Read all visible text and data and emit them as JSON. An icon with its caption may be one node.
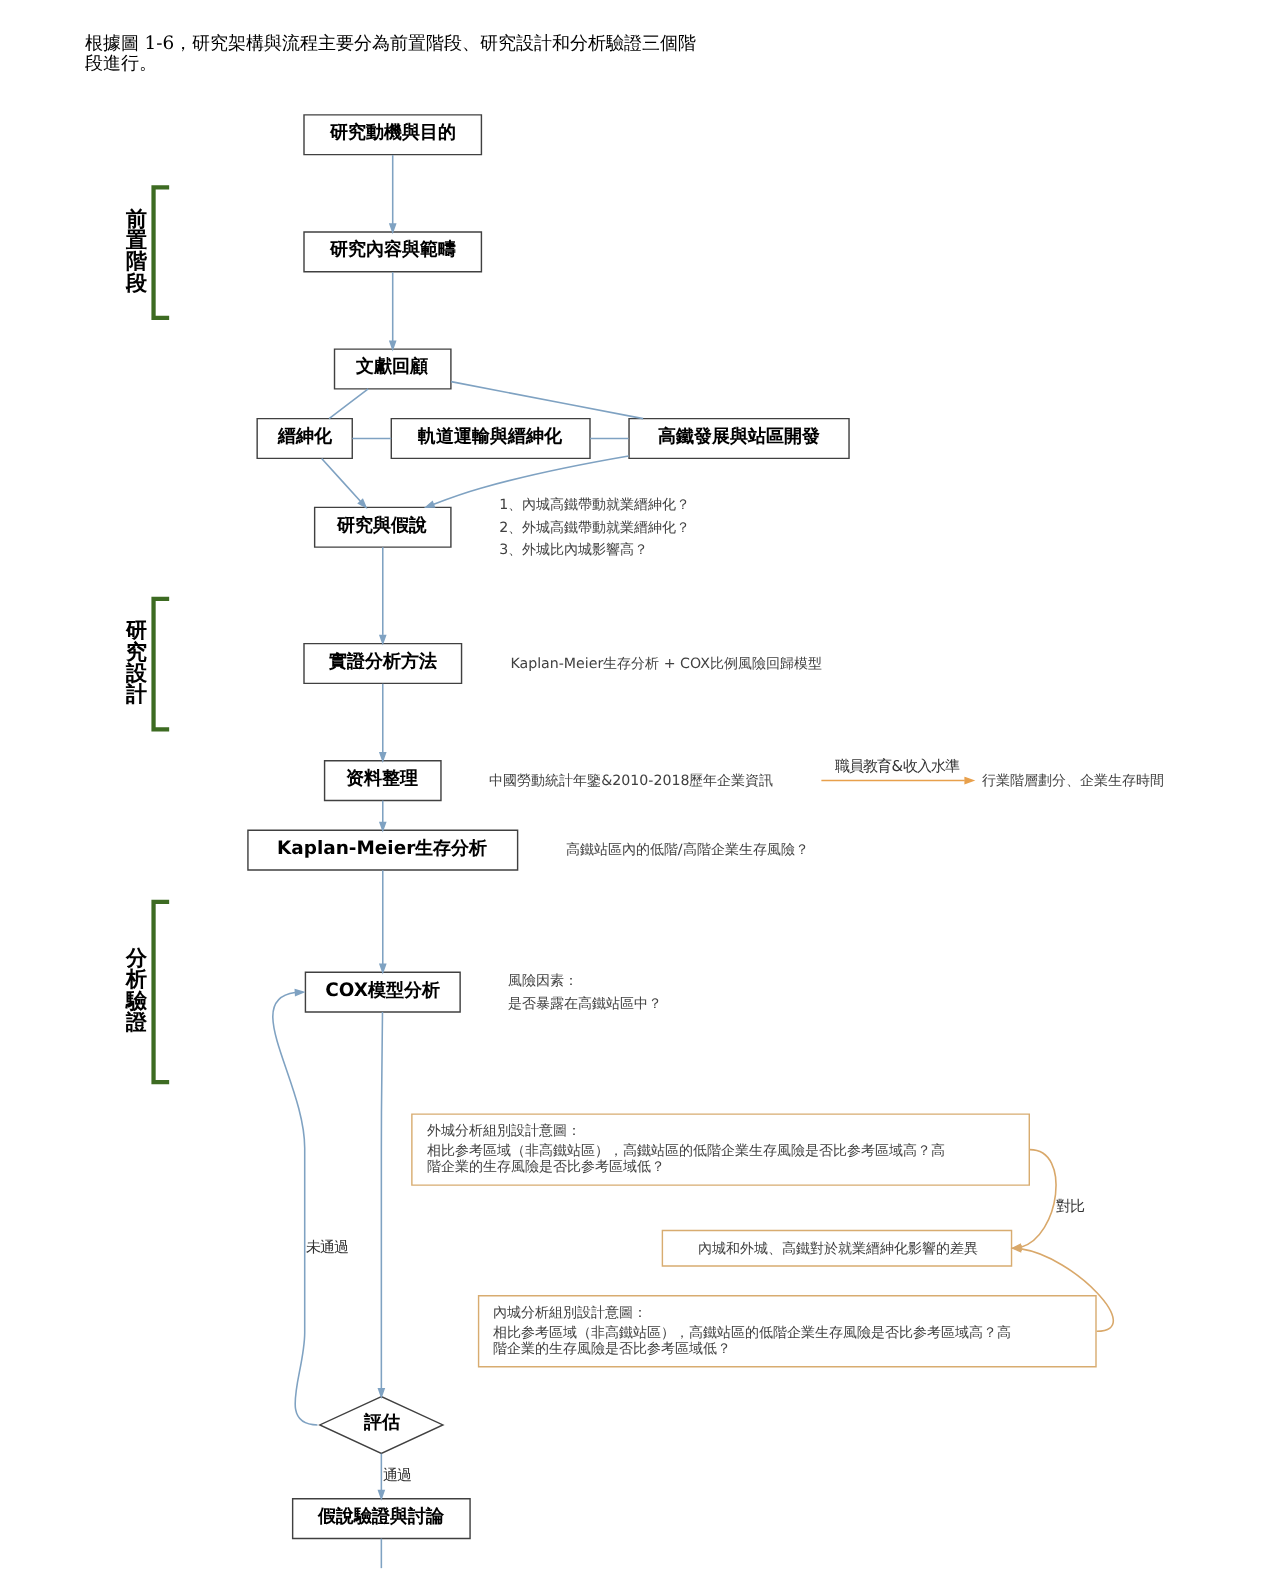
{
  "diagram": {
    "nodes": [
      {
        "text": [
          "研究動機與目的"
        ]
      },
      {
        "text": [
          "研究內容與範疇"
        ]
      },
      {
        "text": [
          "文獻回顧"
        ]
      },
      {
        "text": [
          "縉紳化"
        ]
      },
      {
        "text": [
          "軌道運輸與縉紳化"
        ]
      },
      {
        "text": [
          "高鐵發展與站區開發"
        ]
      },
      {
        "text": [
          "研究與假說"
        ],
        "beside": [
          "1、內城高鐵帶動就業縉紳化？",
          "2、外城高鐵帶動就業縉紳化？",
          "3、外城比內城影響高？"
        ]
      },
      {
        "text": [
          "實證分析方法"
        ],
        "beside": [
          "Kaplan-Meier生存分析 + COX比例風險回歸模型"
        ]
      },
      {
        "text": [
          "资料整理"
        ]
      },
      {
        "text": [
          "Kaplan-Meier生存分析"
        ],
        "beside": [
          "高鐵站區內的低階/高階企業生存風險？"
        ]
      },
      {
        "text": [
          "COX模型分析"
        ],
        "beside": [
          "風險因素：",
          "是否暴露在高鐵站區中？"
        ]
      },
      {
        "text": [
          "評估"
        ]
      },
      {
        "text": [
          "假說驗證與討論"
        ]
      },
      {
        "text": [
          "外城分析組別設計意圖：",
          "相比参考區域（非高鐵站區），高鐵站區的低階企業生存風險是否比参考區域高？高階企業的生存風險是否比参考區域低？"
        ]
      },
      {
        "text": [
          "內城和外城、高鐵對於就業縉紳化影響的差異"
        ]
      },
      {
        "text": [
          "內城分析組別設計意圖：",
          "相比参考區域（非高鐵站區），高鐵站區的低階企業生存風險是否比参考區域高？高階企業的生存風險是否比参考區域低？"
        ]
      },
      {
        "text": [
          "中國勞動統計年鑒&2010-2018歷年企業資訊"
        ]
      },
      {
        "text": [
          "行業階層劃分、企業生存時間"
        ]
      }
    ],
    "edges": [
      {
        "from": 0,
        "to": 1,
        "arrow": "to"
      },
      {
        "from": 1,
        "to": 2,
        "arrow": "to"
      },
      {
        "from": 2,
        "to": 3,
        "arrow": "none"
      },
      {
        "from": 2,
        "to": 5,
        "arrow": "none"
      },
      {
        "from": 3,
        "to": 4,
        "arrow": "none"
      },
      {
        "from": 4,
        "to": 5,
        "arrow": "none"
      },
      {
        "from": 3,
        "to": 6,
        "arrow": "to"
      },
      {
        "from": 5,
        "to": 6,
        "arrow": "to"
      },
      {
        "from": 6,
        "to": 7,
        "arrow": "to"
      },
      {
        "from": 7,
        "to": 8,
        "arrow": "to"
      },
      {
        "from": 16,
        "to": 17,
        "arrow": "to",
        "label": "職員教育&收入水準",
        "color": "#e8a04c"
      },
      {
        "from": 8,
        "to": 9,
        "arrow": "to"
      },
      {
        "from": 9,
        "to": 10,
        "arrow": "to"
      },
      {
        "from": 10,
        "to": 11,
        "arrow": "to"
      },
      {
        "from": 11,
        "to": 10,
        "arrow": "to",
        "label": "未通過"
      },
      {
        "from": 11,
        "to": 12,
        "arrow": "to",
        "label": "通過"
      },
      {
        "from": 13,
        "to": 14,
        "arrow": "to",
        "label": "對比",
        "color": "#d9a86a"
      },
      {
        "from": 15,
        "to": 14,
        "arrow": "to",
        "color": "#d9a86a"
      },
      {
        "from": 12,
        "to": null,
        "arrow": "none"
      }
    ],
    "labels": [
      "根據圖 1-6，研究架構與流程主要分為前置階段、研究設計和分析驗證三個階段進行。",
      "前置階段",
      "研究設計",
      "分析驗證"
    ]
  }
}
